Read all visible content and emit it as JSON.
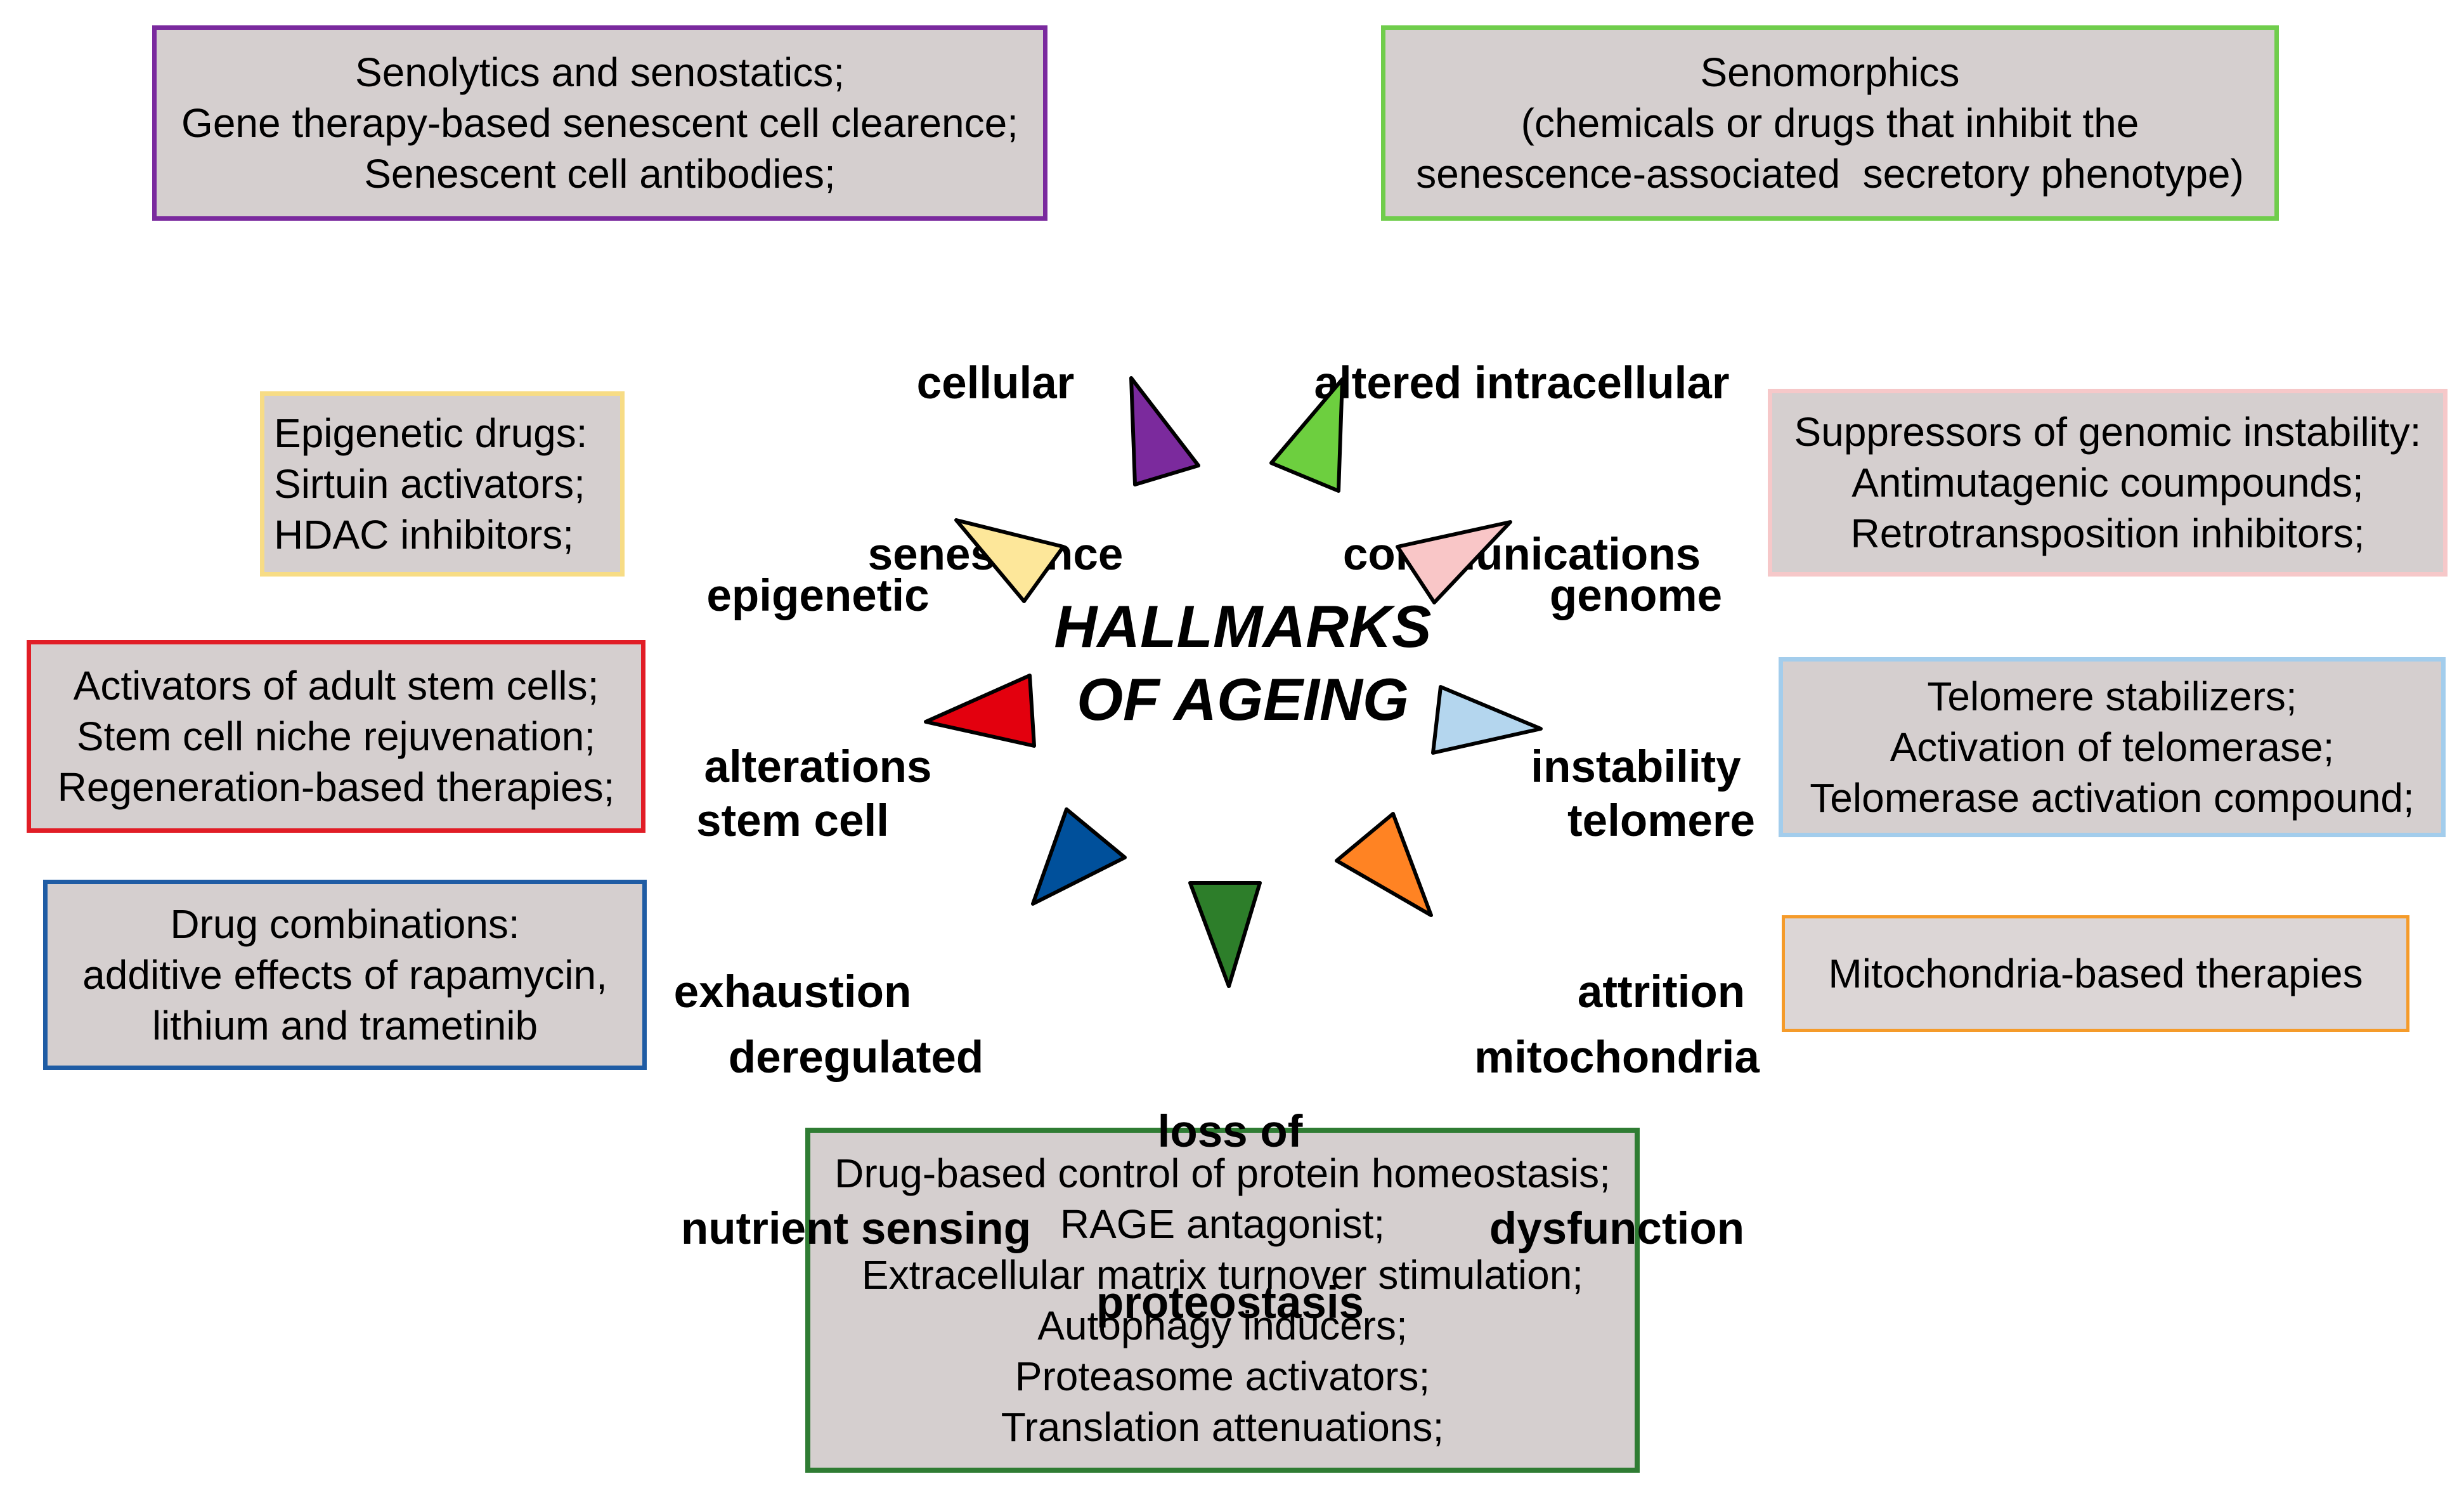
{
  "title": {
    "lines": [
      "HALLMARKS",
      "OF AGEING"
    ]
  },
  "hallmarks": {
    "cellular_senescence": {
      "lines": [
        "cellular",
        "senescence"
      ],
      "color": "#7b2a9d"
    },
    "altered_intracellular_communications": {
      "lines": [
        "altered intracellular",
        "communications"
      ],
      "color": "#6dcf3f"
    },
    "genome_instability": {
      "lines": [
        "genome",
        "instability"
      ],
      "color": "#f9c6c7"
    },
    "telomere_attrition": {
      "lines": [
        "telomere",
        "attrition"
      ],
      "color": "#b4d6ee"
    },
    "mitochondria_dysfunction": {
      "lines": [
        "mitochondria",
        "dysfunction"
      ],
      "color": "#ff8323"
    },
    "loss_of_proteostasis": {
      "lines": [
        "loss of",
        "proteostasis"
      ],
      "color": "#2d7e2a"
    },
    "deregulated_nutrient_sensing": {
      "lines": [
        "deregulated",
        "nutrient sensing"
      ],
      "color": "#00509b"
    },
    "stem_cell_exhaustion": {
      "lines": [
        "stem cell",
        "exhaustion"
      ],
      "color": "#e3000e"
    },
    "epigenetic_alterations": {
      "lines": [
        "epigenetic",
        "alterations"
      ],
      "color": "#fde79a"
    }
  },
  "interventions": {
    "senolytics": {
      "border": "#7a2a9e",
      "lines": [
        "Senolytics and senostatics;",
        "Gene therapy-based senescent cell clearence;",
        "Senescent cell antibodies;"
      ]
    },
    "senomorphics": {
      "border": "#70cd4c",
      "lines": [
        "Senomorphics",
        "(chemicals or drugs that inhibit the",
        "senescence-associated  secretory phenotype)"
      ]
    },
    "epigenetic_drugs": {
      "border": "#f7dc85",
      "lines": [
        "Epigenetic drugs:",
        "Sirtuin activators;",
        "HDAC inhibitors;"
      ]
    },
    "genomic_instability_suppressors": {
      "border": "#f6c8c9",
      "lines": [
        "Suppressors of genomic instability:",
        "Antimutagenic coumpounds;",
        "Retrotransposition inhibitors;"
      ]
    },
    "stem_cell_therapies": {
      "border": "#e11d26",
      "lines": [
        "Activators of adult stem cells;",
        "Stem cell niche rejuvenation;",
        "Regeneration-based therapies;"
      ]
    },
    "telomere_therapies": {
      "border": "#a3cdec",
      "lines": [
        "Telomere stabilizers;",
        "Activation of telomerase;",
        "Telomerase activation compound;"
      ]
    },
    "drug_combinations": {
      "border": "#1f5ca4",
      "lines": [
        "Drug combinations:",
        "additive effects of rapamycin,",
        "lithium and trametinib"
      ]
    },
    "mitochondria_therapies": {
      "border": "#f59b2a",
      "lines": [
        "Mitochondria-based therapies"
      ]
    },
    "proteostasis_control": {
      "border": "#2f7c33",
      "lines": [
        "Drug-based control of protein homeostasis;",
        "RAGE antagonist;",
        "Extracellular matrix turnover stimulation;",
        "Autophagy inducers;",
        "Proteasome activators;",
        "Translation attenuations;"
      ]
    }
  }
}
